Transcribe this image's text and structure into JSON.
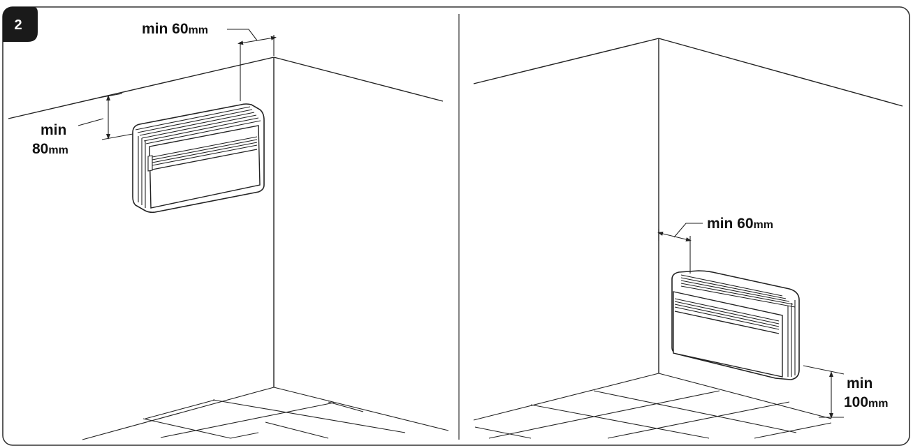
{
  "figure": {
    "number": "2",
    "left_panel": {
      "top_clearance": {
        "value": "min 60",
        "unit": "mm"
      },
      "side_clearance": {
        "line1": "min",
        "value": "80",
        "unit": "mm"
      }
    },
    "right_panel": {
      "side_clearance": {
        "value": "min 60",
        "unit": "mm"
      },
      "floor_clearance": {
        "line1": "min",
        "value": "100",
        "unit": "mm"
      }
    }
  }
}
